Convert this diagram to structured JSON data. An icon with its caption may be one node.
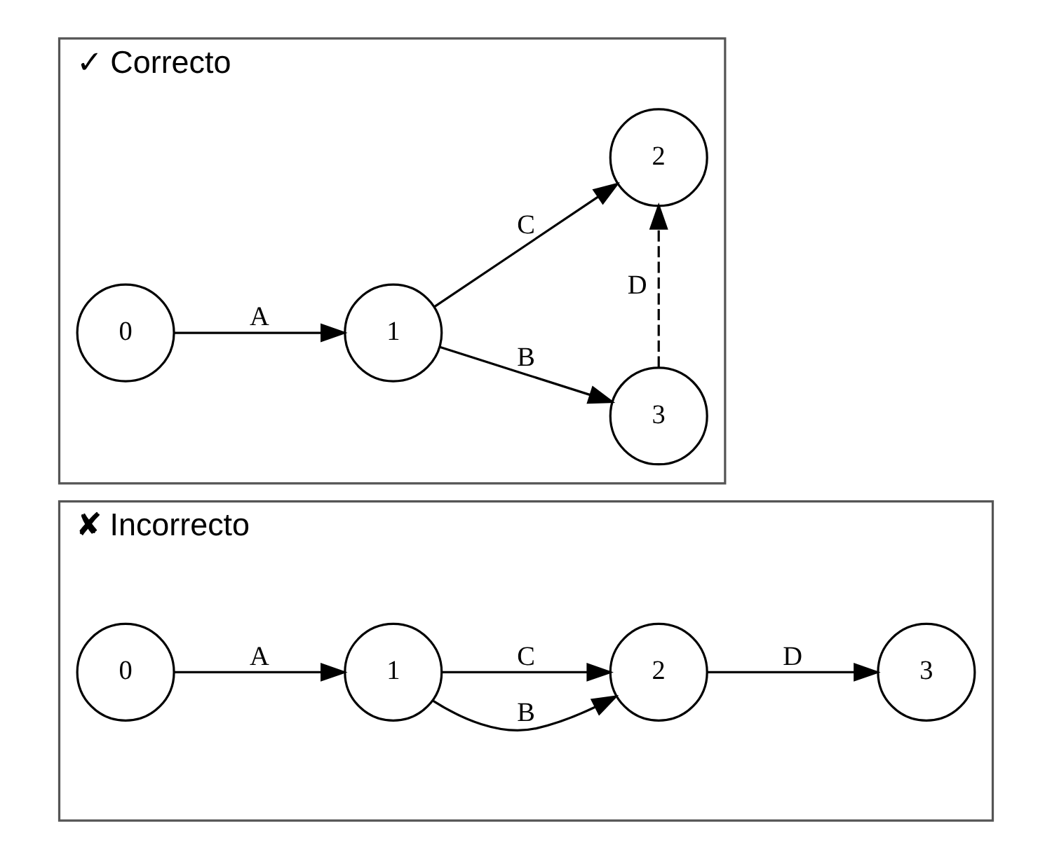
{
  "diagram": {
    "nodes": [
      {
        "text": [
          "✘ Incorrecto"
        ]
      },
      {
        "text": [
          "0"
        ],
        "in": 0
      },
      {
        "text": [
          "1"
        ],
        "in": 0
      },
      {
        "text": [
          "2"
        ],
        "in": 0
      },
      {
        "text": [
          "3"
        ],
        "in": 0
      },
      {
        "text": [
          "✓ Correcto"
        ]
      },
      {
        "text": [
          "0"
        ],
        "in": 5
      },
      {
        "text": [
          "1"
        ],
        "in": 5
      },
      {
        "text": [
          "3"
        ],
        "in": 5
      },
      {
        "text": [
          "2"
        ],
        "in": 5
      }
    ],
    "edges": [
      {
        "from": 1,
        "to": 2,
        "arrow": "to",
        "label": "A"
      },
      {
        "from": 2,
        "to": 3,
        "arrow": "to",
        "label": "B"
      },
      {
        "from": 2,
        "to": 3,
        "arrow": "to",
        "label": "C"
      },
      {
        "from": 3,
        "to": 4,
        "arrow": "to",
        "label": "D"
      },
      {
        "from": 6,
        "to": 7,
        "arrow": "to",
        "label": "A"
      },
      {
        "from": 7,
        "to": 8,
        "arrow": "to",
        "label": "B"
      },
      {
        "from": 7,
        "to": 9,
        "arrow": "to",
        "label": "C"
      },
      {
        "from": 8,
        "to": 9,
        "arrow": "to",
        "label": "D",
        "style": "dashed"
      }
    ]
  }
}
